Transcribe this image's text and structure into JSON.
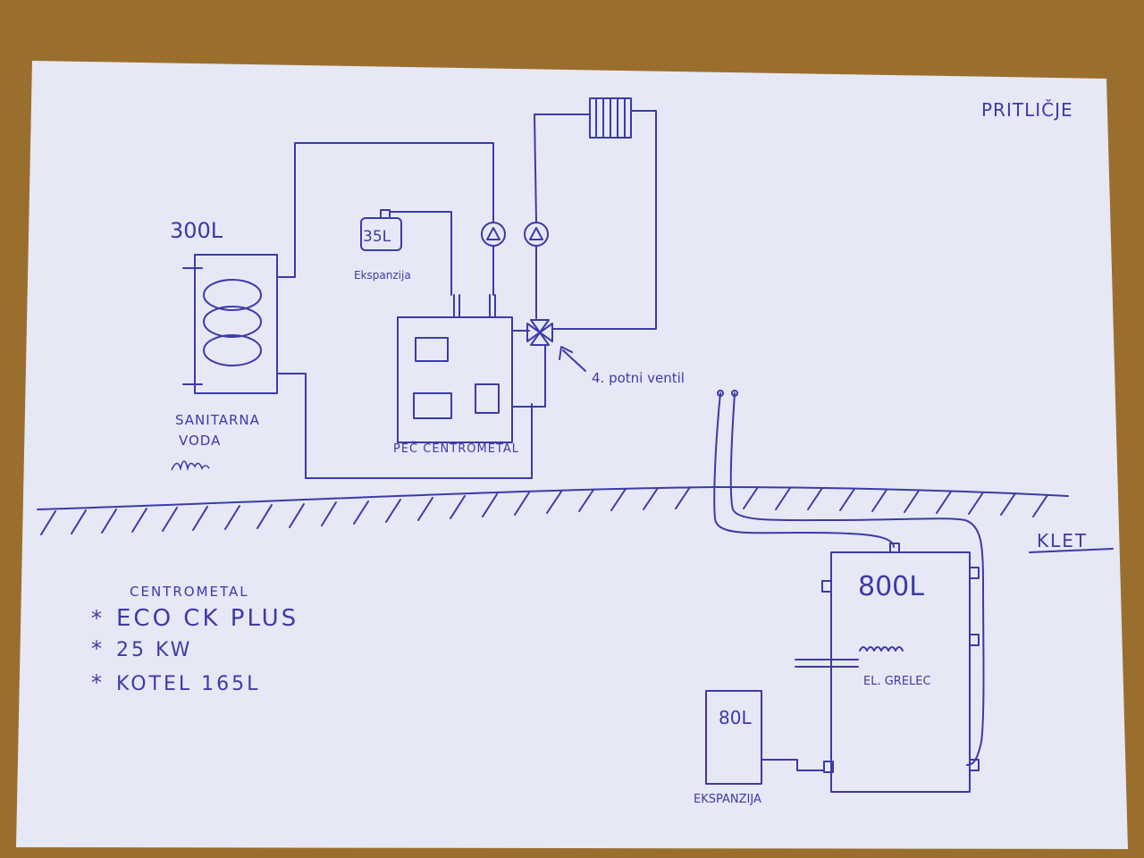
{
  "colors": {
    "ink": "#3d3aa8",
    "paper": "#e6e8f6",
    "table": "#9a6f2e"
  },
  "labels": {
    "floor_ground": "PRITLIČJE",
    "floor_basement": "KLET",
    "tank_sanitary_volume": "300L",
    "tank_sanitary_name_1": "SANITARNA",
    "tank_sanitary_name_2": "VODA",
    "exp_top_volume": "35L",
    "exp_top_name": "Ekspanzija",
    "boiler_name": "PEČ CENTROMETAL",
    "valve_note": "4. potni ventil",
    "buffer_volume": "800L",
    "heater_name": "EL. GRELEC",
    "exp_bottom_volume": "80L",
    "exp_bottom_name": "EKSPANZIJA"
  },
  "notes": {
    "heading": "CENTROMETAL",
    "items": [
      "ECO CK PLUS",
      "25 KW",
      "KOTEL 165L"
    ],
    "bullet": "*"
  },
  "icons": [
    "pump-icon",
    "radiator-icon",
    "four-way-valve-icon",
    "heating-coil-icon"
  ]
}
